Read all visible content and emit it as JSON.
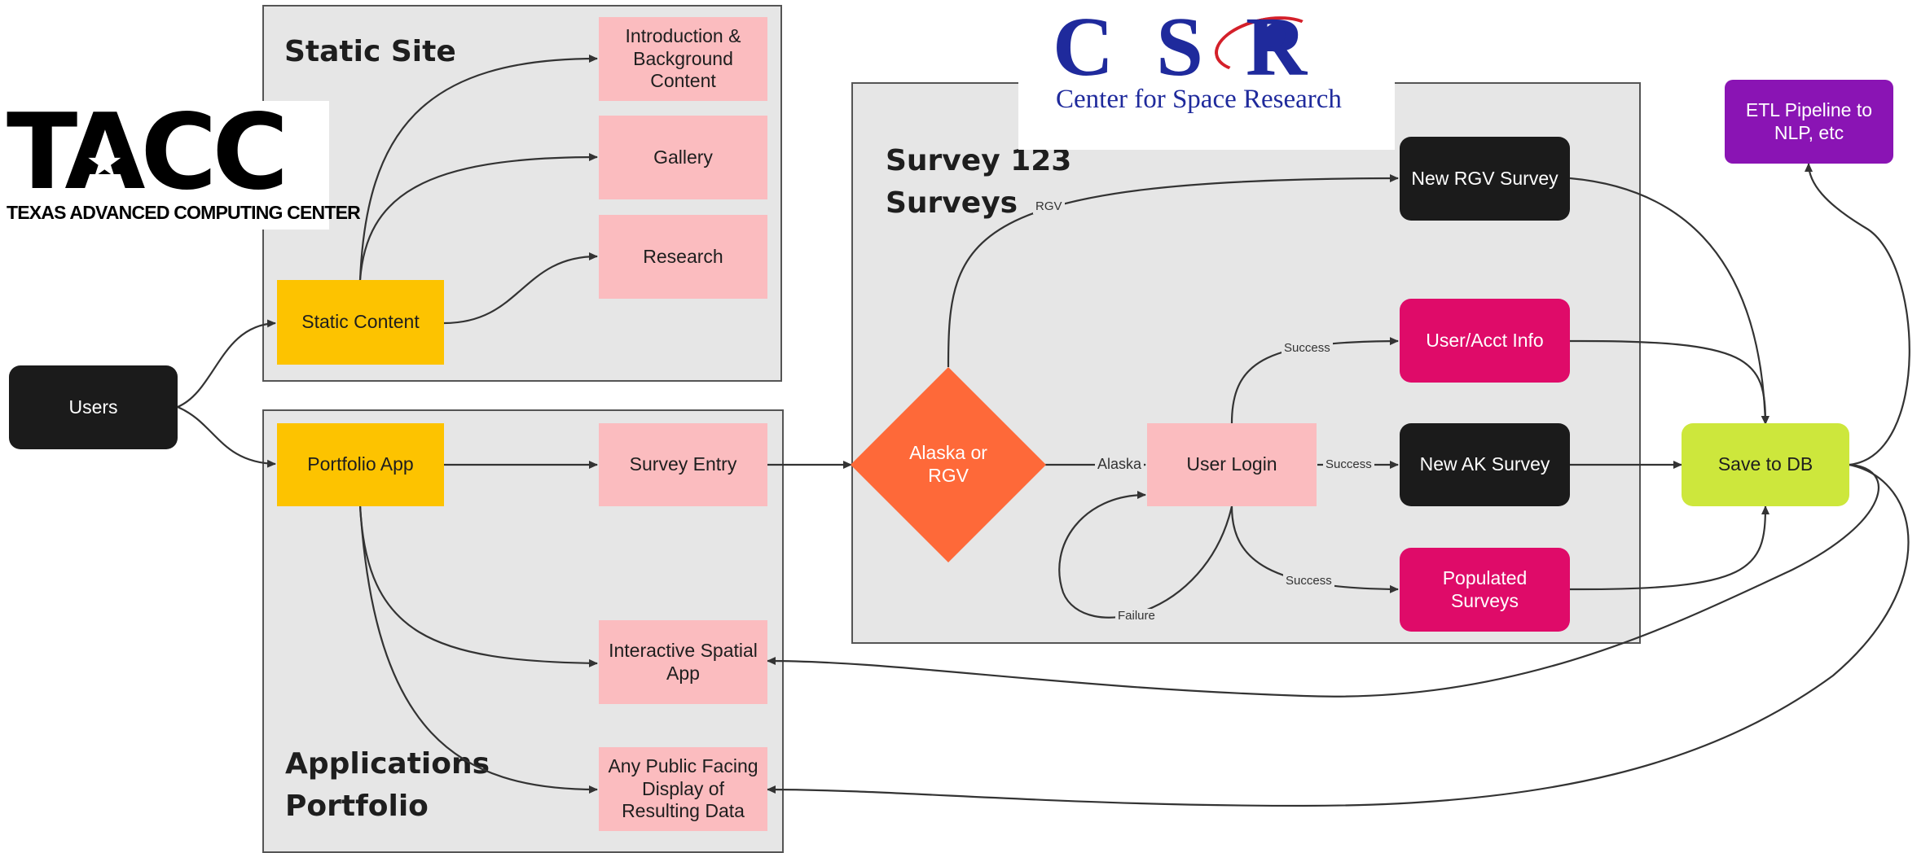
{
  "groups": {
    "static_site": "Static Site",
    "survey123": "Survey 123\nSurveys",
    "applications_portfolio": "Applications\nPortfolio"
  },
  "nodes": {
    "users": "Users",
    "static_content": "Static Content",
    "intro": "Introduction &\nBackground\nContent",
    "gallery": "Gallery",
    "research": "Research",
    "portfolio_app": "Portfolio App",
    "survey_entry": "Survey Entry",
    "interactive_spatial": "Interactive Spatial\nApp",
    "public_display": "Any Public Facing\nDisplay of\nResulting Data",
    "decision": "Alaska or\nRGV",
    "user_login": "User Login",
    "new_rgv": "New RGV Survey",
    "user_acct": "User/Acct Info",
    "new_ak": "New AK Survey",
    "populated": "Populated\nSurveys",
    "save_db": "Save to DB",
    "etl": "ETL Pipeline to\nNLP, etc"
  },
  "edge_labels": {
    "rgv": "RGV",
    "alaska": "Alaska",
    "success_user": "Success",
    "success_ak": "Success",
    "success_populated": "Success",
    "failure": "Failure"
  },
  "logos": {
    "tacc_mark": "TACC",
    "tacc_name": "TEXAS ADVANCED COMPUTING CENTER",
    "csr_mark": "CSR",
    "csr_name": "Center for Space Research"
  },
  "colors": {
    "group_fill": "#e6e6e6",
    "pink": "#fbbcbf",
    "yellow": "#fdc300",
    "black": "#1b1b1b",
    "magenta": "#df0b69",
    "lime": "#cde73c",
    "purple": "#8a14b4",
    "orange": "#fe6939",
    "csr_blue": "#1f2a9c",
    "csr_red": "#d4202a"
  }
}
